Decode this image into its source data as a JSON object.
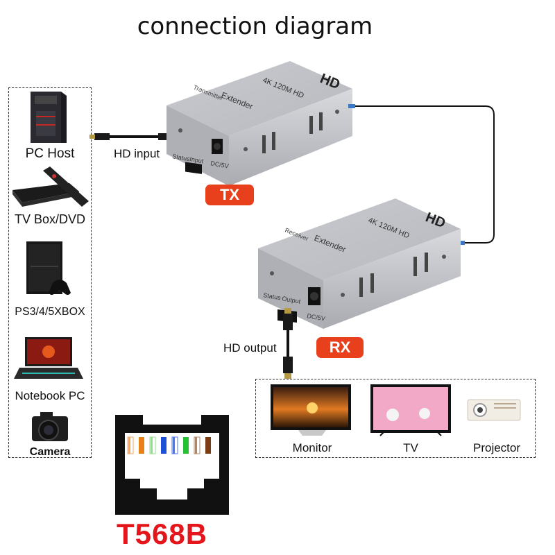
{
  "title": "connection diagram",
  "sources": {
    "items": [
      {
        "label": "PC Host",
        "icon": "pc-host-icon"
      },
      {
        "label": "TV Box/DVD",
        "icon": "tv-box-icon"
      },
      {
        "label": "PS3/4/5XBOX",
        "icon": "game-console-icon"
      },
      {
        "label": "Notebook PC",
        "icon": "notebook-icon"
      },
      {
        "label": "Camera",
        "icon": "camera-icon"
      }
    ]
  },
  "transmitter": {
    "tag": "TX",
    "brand": "HD",
    "model": "4K 120M HD",
    "product": "Extender",
    "role": "Transmitter",
    "port_status": "Status",
    "port_io": "Input",
    "port_power": "DC/5V",
    "cable_label": "HD input"
  },
  "receiver": {
    "tag": "RX",
    "brand": "HD",
    "model": "4K 120M HD",
    "product": "Extender",
    "role": "Receiver",
    "port_status": "Status",
    "port_io": "Output",
    "port_power": "DC/5V",
    "cable_label": "HD output"
  },
  "displays": {
    "items": [
      {
        "label": "Monitor",
        "icon": "monitor-icon"
      },
      {
        "label": "TV",
        "icon": "tv-icon"
      },
      {
        "label": "Projector",
        "icon": "projector-icon"
      }
    ]
  },
  "wiring": {
    "standard": "T568B",
    "pin_colors": [
      "#f7a65c",
      "#e8801a",
      "#8fe08a",
      "#1e4fd8",
      "#4a78f0",
      "#27c233",
      "#b58663",
      "#7a3d14"
    ],
    "pin_striped": [
      true,
      false,
      true,
      false,
      true,
      false,
      true,
      false
    ]
  },
  "colors": {
    "tag_bg": "#e8401c",
    "standard_text": "#e4161b",
    "cable": "#111111"
  }
}
